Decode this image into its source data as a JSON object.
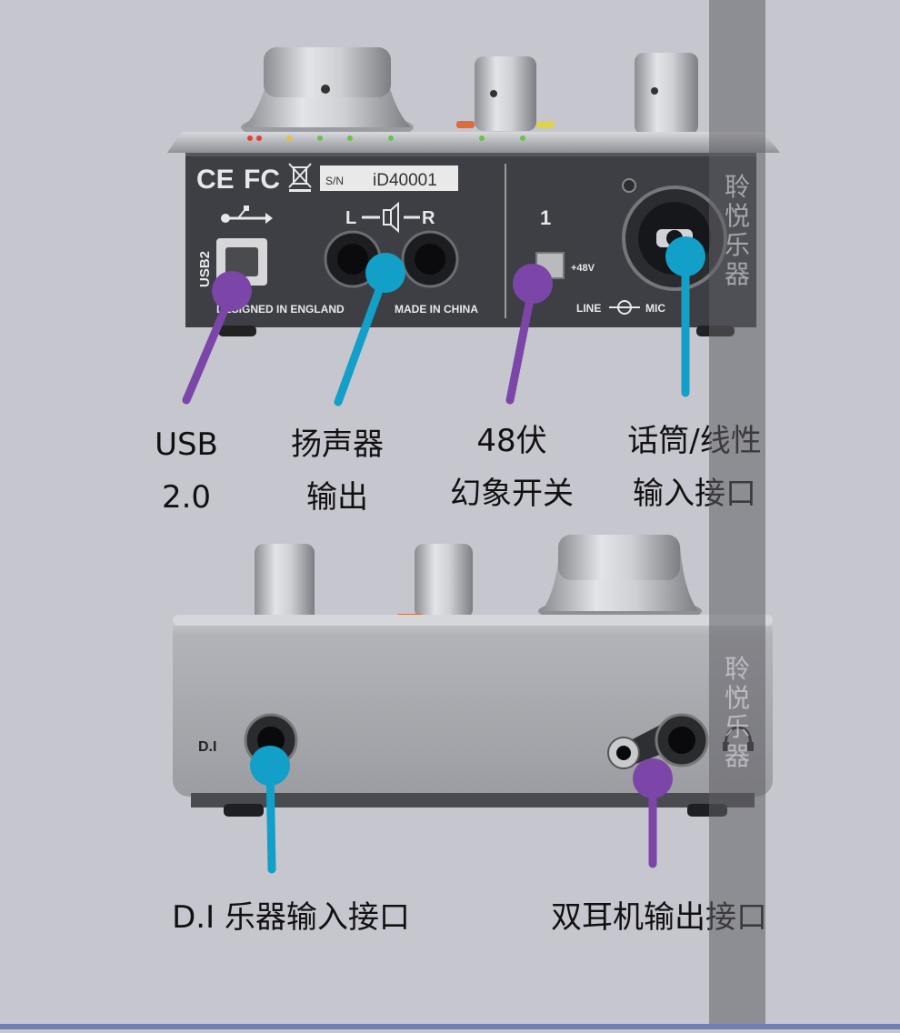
{
  "device_top": {
    "logos": {
      "ce": "CE",
      "fc": "FC"
    },
    "serial_label": "S/N",
    "serial_value": "iD40001",
    "usb_vertical": "USB2",
    "speaker_l": "L",
    "speaker_r": "R",
    "footer_left": "DESIGNED IN ENGLAND",
    "footer_right": "MADE IN CHINA",
    "channel": "1",
    "phantom": "+48V",
    "line_label": "LINE",
    "mic_label": "MIC"
  },
  "device_bottom": {
    "di_label": "D.I"
  },
  "labels": {
    "usb": [
      "USB",
      "2.0"
    ],
    "speaker": [
      "扬声器",
      "输出"
    ],
    "phantom": [
      "48伏",
      "幻象开关"
    ],
    "mic_line": [
      "话筒/线性",
      "输入接口"
    ],
    "di": "D.I 乐器输入接口",
    "headphone": "双耳机输出接口"
  },
  "watermark": [
    "聆",
    "悦",
    "乐",
    "器"
  ],
  "colors": {
    "background": "#c6c6cf",
    "purple": "#7b46a8",
    "cyan": "#129fc8",
    "panel": "#3d3f44",
    "body_silver": "#a7a8ad"
  }
}
